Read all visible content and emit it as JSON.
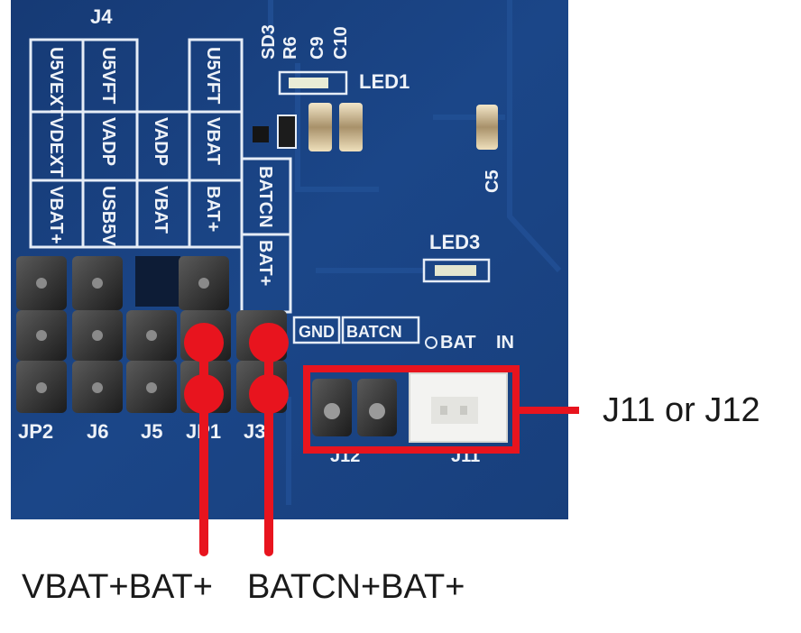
{
  "board": {
    "header_label": "J4",
    "top_labels": [
      "SD3",
      "R6",
      "C9",
      "C10"
    ],
    "led1": "LED1",
    "led3": "LED3",
    "c5": "C5",
    "column_texts": {
      "col1": [
        "U5VEXT",
        "VDEXT",
        "VBAT+"
      ],
      "col2": [
        "U5VFT",
        "VADP",
        "USB5V"
      ],
      "col3": [
        "VADP",
        "VBAT"
      ],
      "col4": [
        "U5VFT",
        "VBAT",
        "BAT+"
      ],
      "col5": [
        "BATCN",
        "BAT+"
      ]
    },
    "connector_labels": [
      "GND",
      "BATCN",
      "BAT",
      "IN"
    ],
    "bottom_labels": [
      "JP2",
      "J6",
      "J5",
      "JP1",
      "J3",
      "J12",
      "J11"
    ]
  },
  "annotations": {
    "left_caption": "VBAT+BAT+",
    "middle_caption": "BATCN+BAT+",
    "right_caption": "J11 or J12",
    "marker_color": "#e8141e"
  }
}
